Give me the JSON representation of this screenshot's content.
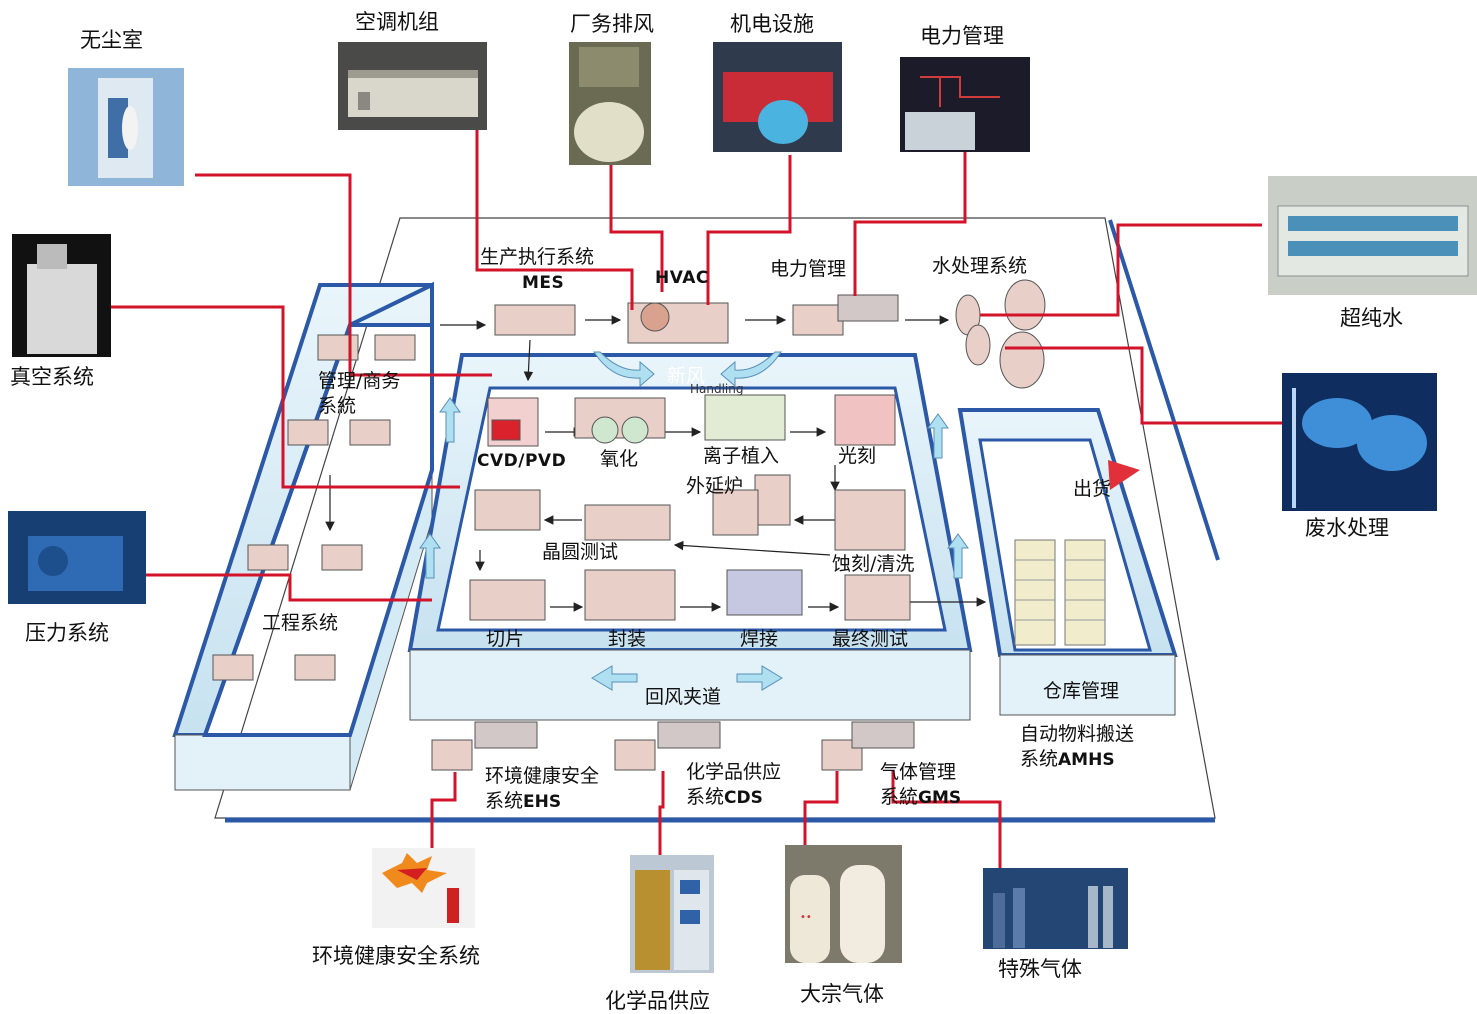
{
  "outer_photos": {
    "cleanroom": "无尘室",
    "ahu": "空调机组",
    "exhaust": "厂务排风",
    "mep": "机电设施",
    "power": "电力管理",
    "upw": "超纯水",
    "vacuum": "真空系统",
    "wastewater": "废水处理",
    "pressure": "压力系统",
    "ehs": "环境健康安全系统",
    "chemical": "化学品供应",
    "bulk_gas": "大宗气体",
    "special_gas": "特殊气体"
  },
  "plant": {
    "mes": "生产执行系统",
    "mes_abbr": "MES",
    "hvac": "HVAC",
    "power_mgmt": "电力管理",
    "water_treatment": "水处理系统",
    "fresh_air": "新风",
    "return_air": "回风夹道",
    "mgmt_biz_1": "管理/商务",
    "mgmt_biz_2": "系統",
    "engineering": "工程系统",
    "warehouse": "仓库管理",
    "shipping": "出货",
    "amhs_1": "自动物料搬送",
    "amhs_2": "系统",
    "amhs_abbr": "AMHS",
    "ehs_1": "环境健康安全",
    "ehs_2": "系统",
    "ehs_abbr": "EHS",
    "cds_1": "化学品供应",
    "cds_2": "系统",
    "cds_abbr": "CDS",
    "gms_1": "气体管理",
    "gms_2": "系統",
    "gms_abbr": "GMS"
  },
  "process": {
    "cvd_pvd": "CVD/PVD",
    "oxidation": "氧化",
    "ion_implant": "离子植入",
    "litho": "光刻",
    "epitaxy": "外延炉",
    "wafer_test": "晶圆测试",
    "etch_clean": "蚀刻/清洗",
    "dicing": "切片",
    "packaging": "封装",
    "bonding": "焊接",
    "final_test": "最终测试",
    "handling_fragment": "Handling"
  },
  "colors": {
    "leader_line": "#d2132a",
    "wall_blue": "#2c58a8",
    "wall_fill": "#d8ecf6",
    "arrow_fill": "#aee0f2",
    "floor": "#ffffff"
  }
}
